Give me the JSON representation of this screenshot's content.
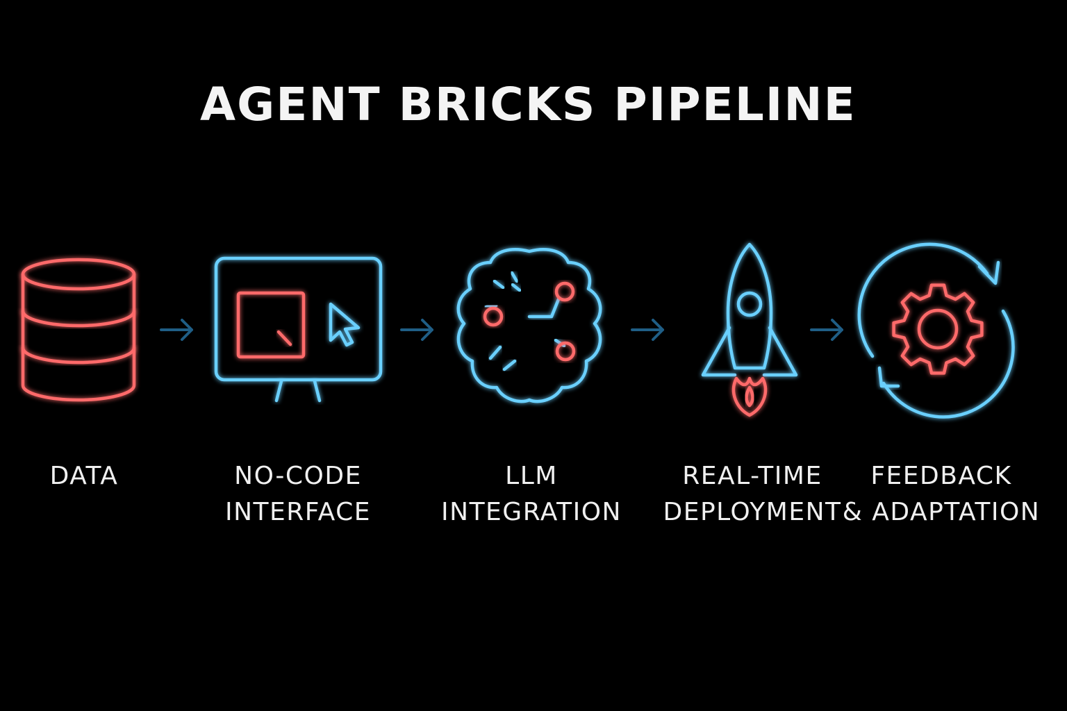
{
  "title": "AGENT BRICKS PIPELINE",
  "colors": {
    "background": "#000000",
    "neon_red": "#ff6b6b",
    "neon_blue": "#6ad0ff",
    "arrow": "#1f5e86",
    "text": "#f0f0f0"
  },
  "steps": [
    {
      "icon": "database-icon",
      "label_lines": [
        "DATA"
      ]
    },
    {
      "icon": "monitor-ui-icon",
      "label_lines": [
        "NO-CODE",
        "INTERFACE"
      ]
    },
    {
      "icon": "brain-icon",
      "label_lines": [
        "LLM",
        "INTEGRATION"
      ]
    },
    {
      "icon": "rocket-icon",
      "label_lines": [
        "REAL-TIME",
        "DEPLOYMENT"
      ]
    },
    {
      "icon": "gear-cycle-icon",
      "label_lines": [
        "FEEDBACK",
        "& ADAPTATION"
      ]
    }
  ]
}
